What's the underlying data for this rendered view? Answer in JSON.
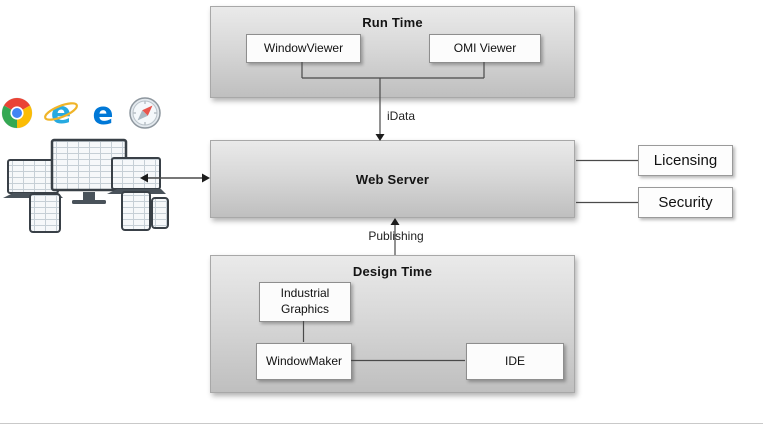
{
  "runtime": {
    "title": "Run Time",
    "items": [
      {
        "label": "WindowViewer"
      },
      {
        "label": "OMI Viewer"
      }
    ]
  },
  "web_server": {
    "title": "Web Server"
  },
  "design_time": {
    "title": "Design Time",
    "items": [
      {
        "label": "Industrial Graphics"
      },
      {
        "label": "WindowMaker"
      },
      {
        "label": "IDE"
      }
    ]
  },
  "external": [
    {
      "label": "Licensing"
    },
    {
      "label": "Security"
    }
  ],
  "connectors": {
    "idata": "iData",
    "publishing": "Publishing"
  },
  "icons": [
    {
      "name": "chrome-icon"
    },
    {
      "name": "ie-icon"
    },
    {
      "name": "edge-icon"
    },
    {
      "name": "safari-icon"
    },
    {
      "name": "client-devices-illustration"
    }
  ],
  "colors": {
    "panel_top": "#eaeaea",
    "panel_bottom": "#bfbfbf",
    "node_bg": "#fcfcfc",
    "line": "#4a4a4a",
    "chrome_red": "#EA4335",
    "chrome_yellow": "#FBBC05",
    "chrome_green": "#34A853",
    "chrome_blue": "#4285F4",
    "ie_blue": "#27AAE1",
    "ie_gold": "#F0B428",
    "edge_blue": "#0078D7",
    "safari_needle": "#E8554D"
  }
}
